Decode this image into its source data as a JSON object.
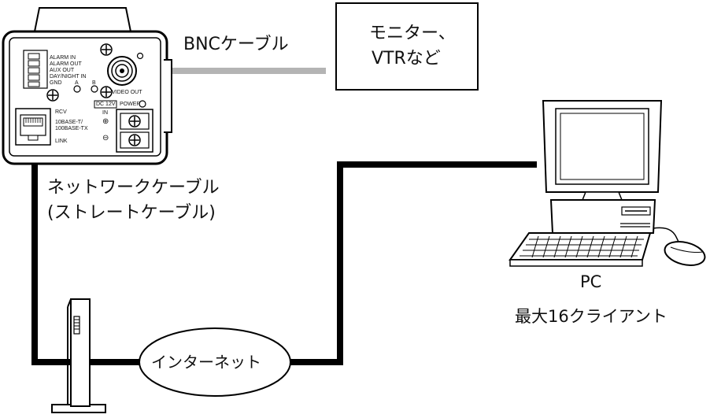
{
  "labels": {
    "bnc_cable": "BNCケーブル",
    "monitor_line1": "モニター、",
    "monitor_line2": "VTRなど",
    "network_cable_line1": "ネットワークケーブル",
    "network_cable_line2": "(ストレートケーブル)",
    "internet": "インターネット",
    "pc": "PC",
    "max_clients": "最大16クライアント"
  },
  "camera_panel": {
    "terminal_labels": [
      "ALARM IN",
      "ALARM OUT",
      "AUX OUT",
      "DAY/NIGHT IN",
      "GND"
    ],
    "led_a": "A",
    "led_b": "B",
    "video_out": "VIDEO OUT",
    "dc_12v": "DC 12V",
    "in": "IN",
    "power": "POWER",
    "rcv": "RCV",
    "base_line1": "10BASE-T/",
    "base_line2": "100BASE-TX",
    "link": "LINK",
    "plus": "⊕",
    "minus": "⊖"
  },
  "colors": {
    "line": "#000000",
    "bnc_cable": "#b4b4b4",
    "panel_fill": "#ffffff"
  }
}
